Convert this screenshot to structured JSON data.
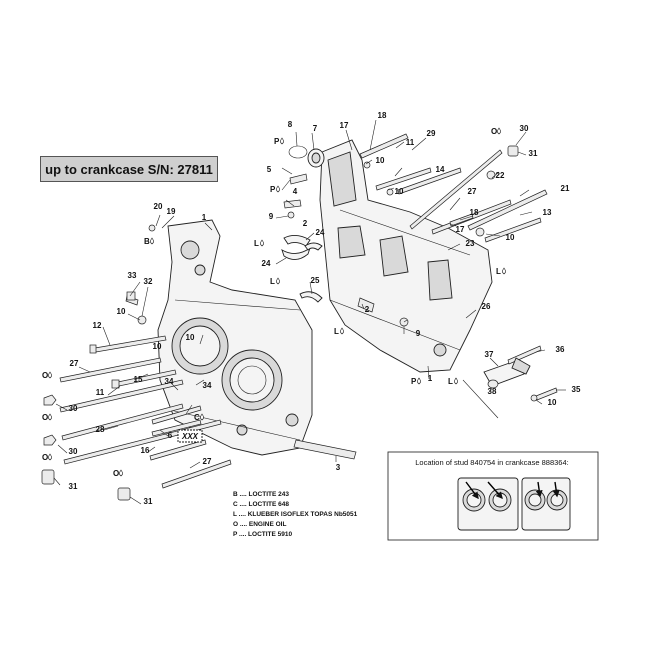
{
  "header": {
    "serial_note": "up to crankcase S/N: 27811"
  },
  "inset": {
    "title": "Location of stud 840754 in crankcase 888364:"
  },
  "legend": [
    {
      "code": "B",
      "text": "B .... LOCTITE 243"
    },
    {
      "code": "C",
      "text": "C .... LOCTITE 648"
    },
    {
      "code": "L",
      "text": "L .... KLUEBER ISOFLEX TOPAS Nb5051"
    },
    {
      "code": "O",
      "text": "O .... ENGINE OIL"
    },
    {
      "code": "P",
      "text": "P .... LOCTITE 5910"
    }
  ],
  "marked_label": "XXX",
  "callouts": [
    {
      "id": "c1",
      "text": "1"
    },
    {
      "id": "c2",
      "text": "2"
    },
    {
      "id": "c3",
      "text": "3"
    },
    {
      "id": "c4",
      "text": "4"
    },
    {
      "id": "c5",
      "text": "5"
    },
    {
      "id": "c6",
      "text": "6"
    },
    {
      "id": "c7",
      "text": "7"
    },
    {
      "id": "c8",
      "text": "8"
    },
    {
      "id": "c9",
      "text": "9"
    },
    {
      "id": "c10",
      "text": "10"
    },
    {
      "id": "c11",
      "text": "11"
    },
    {
      "id": "c12",
      "text": "12"
    },
    {
      "id": "c13",
      "text": "13"
    },
    {
      "id": "c14",
      "text": "14"
    },
    {
      "id": "c15",
      "text": "15"
    },
    {
      "id": "c16",
      "text": "16"
    },
    {
      "id": "c17",
      "text": "17"
    },
    {
      "id": "c18",
      "text": "18"
    },
    {
      "id": "c19",
      "text": "19"
    },
    {
      "id": "c20",
      "text": "20"
    },
    {
      "id": "c21",
      "text": "21"
    },
    {
      "id": "c22",
      "text": "22"
    },
    {
      "id": "c23",
      "text": "23"
    },
    {
      "id": "c24",
      "text": "24"
    },
    {
      "id": "c25",
      "text": "25"
    },
    {
      "id": "c26",
      "text": "26"
    },
    {
      "id": "c27",
      "text": "27"
    },
    {
      "id": "c28",
      "text": "28"
    },
    {
      "id": "c29",
      "text": "29"
    },
    {
      "id": "c30",
      "text": "30"
    },
    {
      "id": "c31",
      "text": "31"
    },
    {
      "id": "c32",
      "text": "32"
    },
    {
      "id": "c33",
      "text": "33"
    },
    {
      "id": "c34",
      "text": "34"
    },
    {
      "id": "c35",
      "text": "35"
    },
    {
      "id": "c36",
      "text": "36"
    },
    {
      "id": "c37",
      "text": "37"
    },
    {
      "id": "c38",
      "text": "38"
    }
  ],
  "symbols": {
    "B": "B",
    "C": "C",
    "L": "L",
    "O": "O",
    "P": "P"
  }
}
